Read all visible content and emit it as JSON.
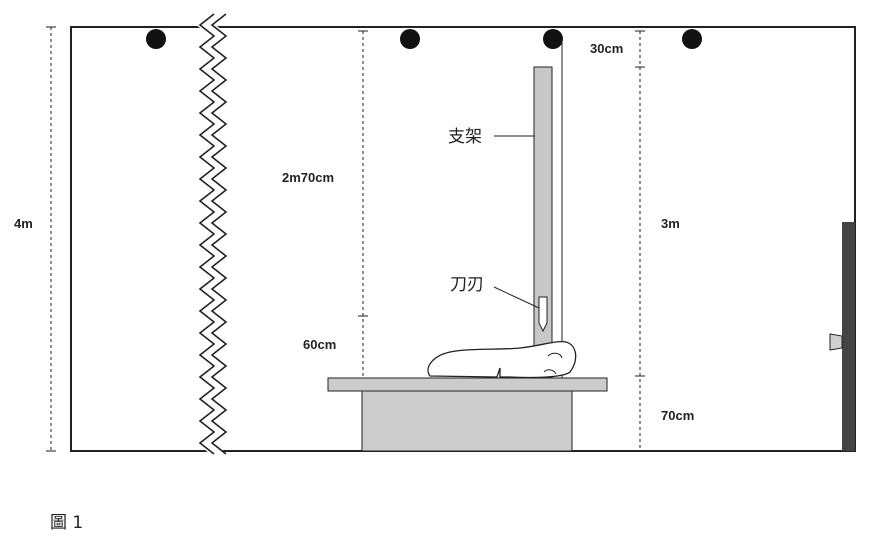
{
  "labels": {
    "room_height": "4m",
    "upper_gap": "2m70cm",
    "lower_gap": "60cm",
    "top_gap": "30cm",
    "mid_height": "3m",
    "table_height": "70cm",
    "stand": "支架",
    "blade": "刀刃"
  },
  "caption": "圖 1",
  "colors": {
    "wall_line": "#222222",
    "stand_fill": "#c8c8c8",
    "table_fill": "#cccccc",
    "door_fill": "#444444",
    "light_fill": "#111111"
  },
  "icons": {
    "ceiling_light": "ceiling-light-icon",
    "break_mark": "zigzag-break-icon"
  }
}
